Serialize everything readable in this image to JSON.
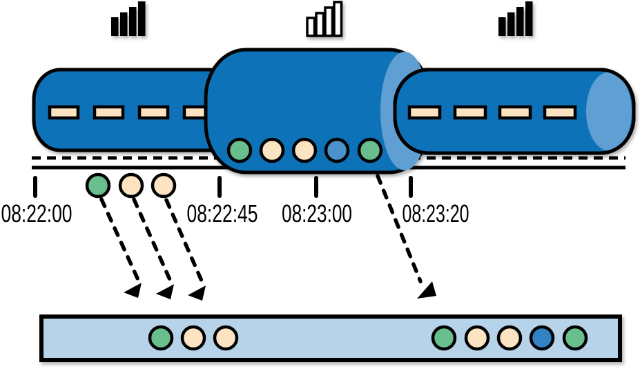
{
  "palette": {
    "pipe_blue": "#0F72B8",
    "pipe_light_blue": "#5E9FD3",
    "dash_tan": "#FBE2C0",
    "buffer_fill": "#B7D3EA",
    "outline_black": "#000000"
  },
  "signal_icons": [
    {
      "position": "left",
      "bars": 4,
      "style": "filled"
    },
    {
      "position": "middle",
      "bars": 4,
      "style": "hollow"
    },
    {
      "position": "right",
      "bars": 4,
      "style": "filled"
    }
  ],
  "timeline": {
    "labels": [
      "08:22:00",
      "08:22:45",
      "08:23:00",
      "08:23:20"
    ]
  },
  "dots": {
    "tunnel": [
      "#69BE8E",
      "#FCE3C2",
      "#FCE3C2",
      "#4B92CC",
      "#69BE8E"
    ],
    "timeline": [
      "#69BE8E",
      "#FCE3C2",
      "#FCE3C2"
    ],
    "buffer_left": [
      "#69BE8E",
      "#FCE3C2",
      "#FCE3C2"
    ],
    "buffer_right": [
      "#69BE8E",
      "#FCE3C2",
      "#FCE3C2",
      "#3182C5",
      "#69BE8E"
    ]
  }
}
